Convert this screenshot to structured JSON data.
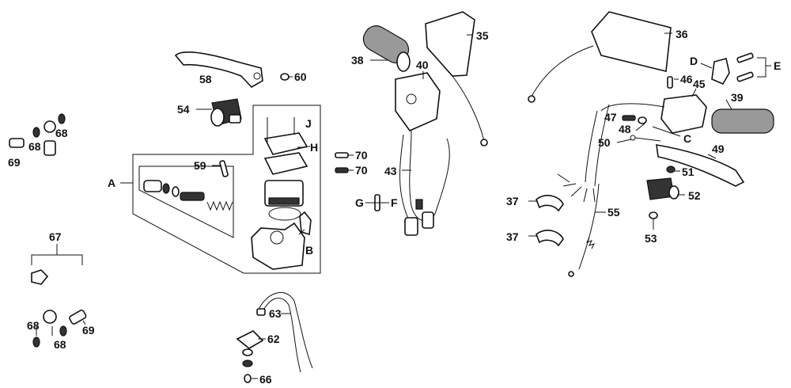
{
  "labels": {
    "p35": "35",
    "p36": "36",
    "p38": "38",
    "p40": "40",
    "p58": "58",
    "p60": "60",
    "p54": "54",
    "pJ": "J",
    "pH": "H",
    "p59": "59",
    "pA": "A",
    "pB": "B",
    "p70a": "70",
    "p70b": "70",
    "p43": "43",
    "pG": "G",
    "pF": "F",
    "p69a": "69",
    "p68a": "68",
    "p68b": "68",
    "p67": "67",
    "p68c": "68",
    "p68d": "68",
    "p69b": "69",
    "p63": "63",
    "p62": "62",
    "p66": "66",
    "pD": "D",
    "pE": "E",
    "p46": "46",
    "p45": "45",
    "p39": "39",
    "p47": "47",
    "p48": "48",
    "pC": "C",
    "p50": "50",
    "p49": "49",
    "p51": "51",
    "p52": "52",
    "p37a": "37",
    "p37b": "37",
    "p55": "55",
    "p53": "53"
  }
}
